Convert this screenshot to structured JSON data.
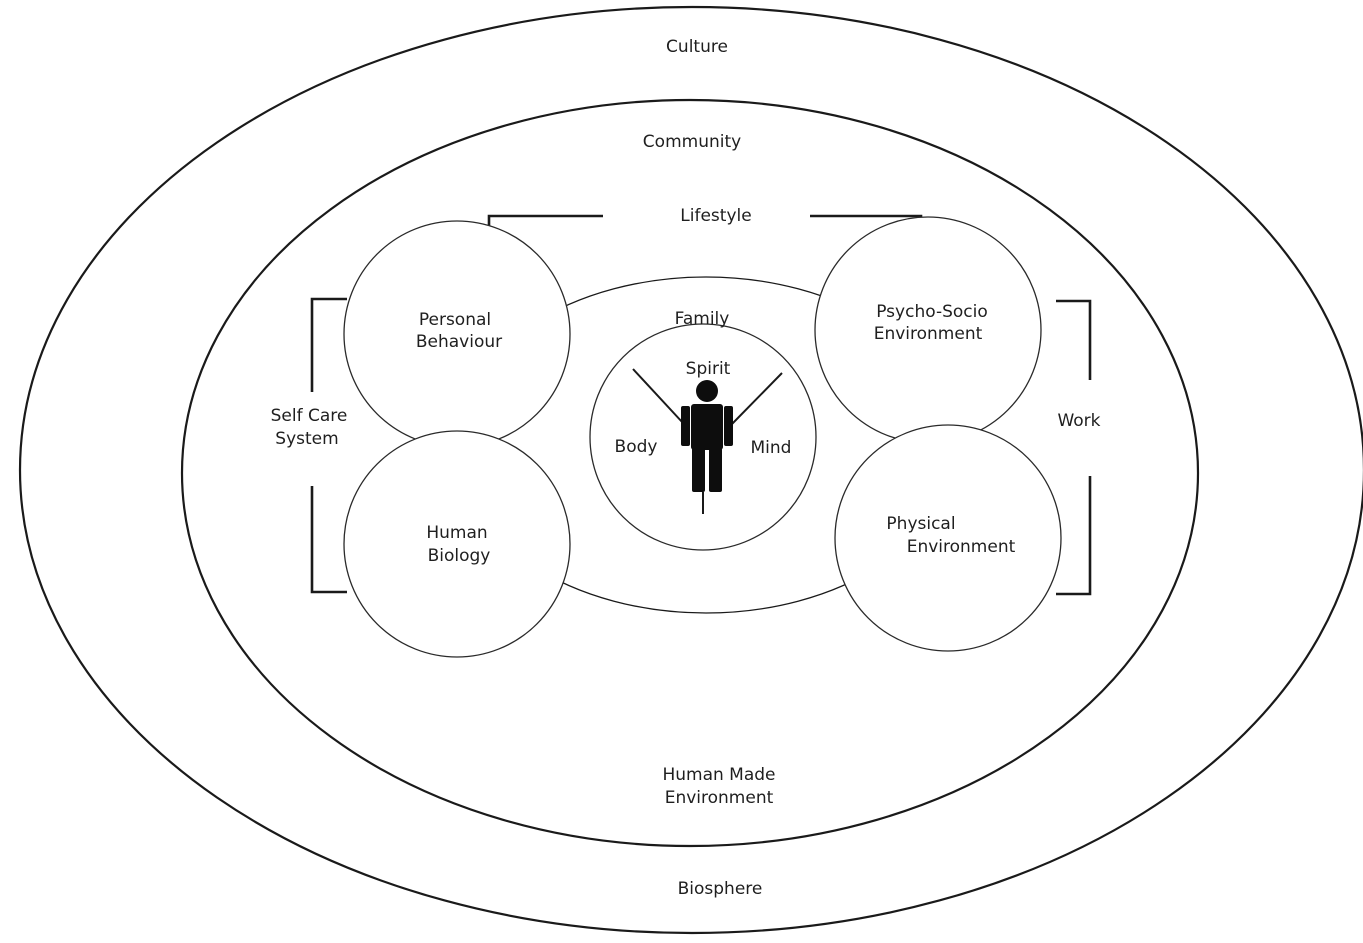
{
  "labels": {
    "culture": "Culture",
    "community": "Community",
    "lifestyle": "Lifestyle",
    "family": "Family",
    "spirit": "Spirit",
    "body": "Body",
    "mind": "Mind",
    "personal_behaviour_1": "Personal",
    "personal_behaviour_2": "Behaviour",
    "psycho_socio_1": "Psycho-Socio",
    "psycho_socio_2": "Environment",
    "human_biology_1": "Human",
    "human_biology_2": "Biology",
    "physical_env_1": "Physical",
    "physical_env_2": "Environment",
    "self_care_1": "Self Care",
    "self_care_2": "System",
    "work": "Work",
    "human_made_1": "Human Made",
    "human_made_2": "Environment",
    "biosphere": "Biosphere"
  }
}
